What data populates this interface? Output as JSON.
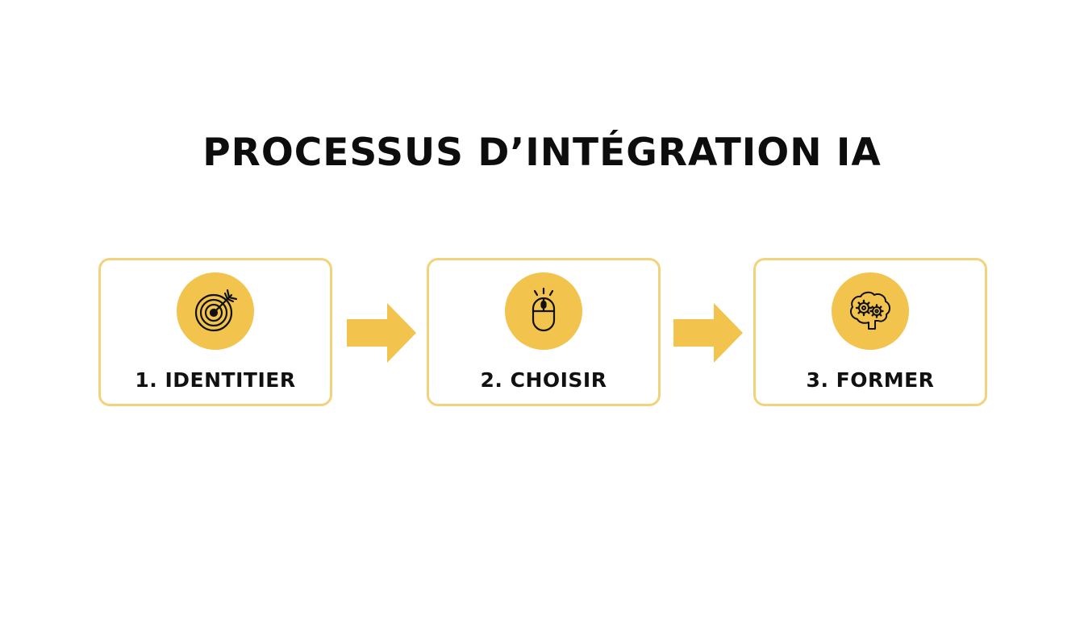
{
  "title": "PROCESSUS D’INTÉGRATION IA",
  "colors": {
    "accent": "#f2c44d",
    "card_border": "#f2d27a",
    "text": "#111111"
  },
  "steps": [
    {
      "label": "1. IDENTITIER",
      "icon": "target-arrow-icon"
    },
    {
      "label": "2. CHOISIR",
      "icon": "computer-mouse-icon"
    },
    {
      "label": "3. FORMER",
      "icon": "brain-gears-icon"
    }
  ]
}
